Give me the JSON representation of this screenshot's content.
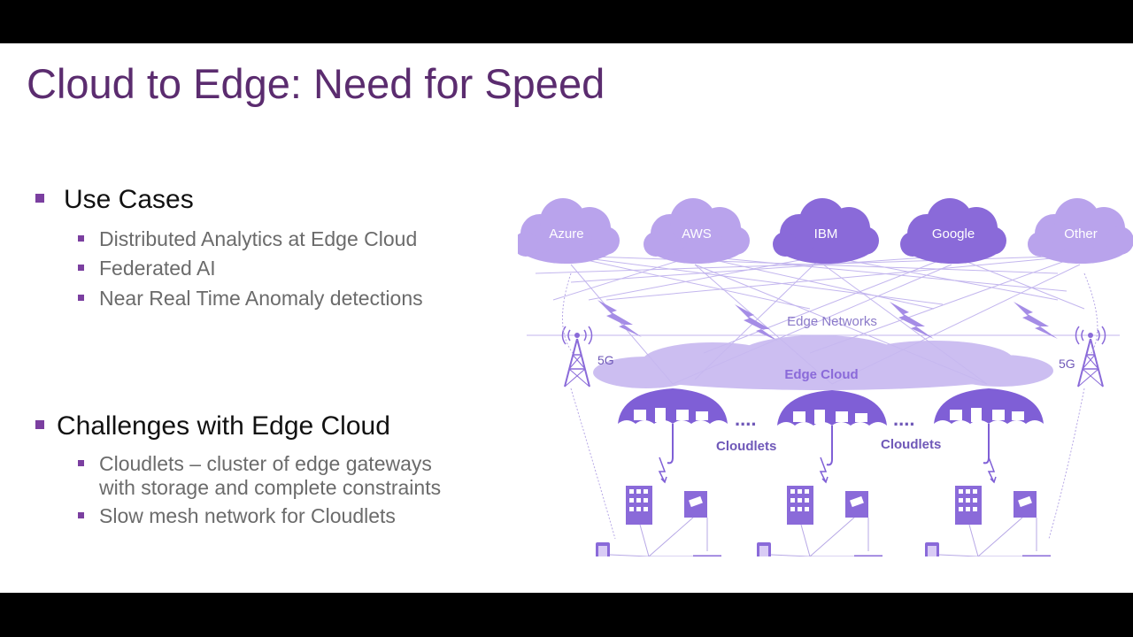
{
  "slide": {
    "title": "Cloud to Edge: Need for Speed",
    "section1": {
      "heading": "Use Cases",
      "items": [
        "Distributed Analytics at Edge Cloud",
        "Federated AI",
        "Near Real Time Anomaly detections"
      ]
    },
    "section2": {
      "heading": "Challenges with Edge Cloud",
      "items": [
        {
          "line1": "Cloudlets – cluster of edge gateways",
          "line2": "with storage and complete constraints"
        },
        {
          "line1": "Slow mesh network for Cloudlets",
          "line2": ""
        }
      ]
    }
  },
  "diagram": {
    "clouds": [
      "Azure",
      "AWS",
      "IBM",
      "Google",
      "Other"
    ],
    "edge_networks_label": "Edge Networks",
    "edge_cloud_label": "Edge Cloud",
    "tower_label_left": "5G",
    "tower_label_right": "5G",
    "cloudlets_label_1": "Cloudlets",
    "cloudlets_label_2": "Cloudlets",
    "ellipsis_1": "....",
    "ellipsis_2": "....",
    "colors": {
      "title": "#5b2c6f",
      "bullet": "#7b3fa0",
      "cloud_light": "#b9a3ec",
      "cloud_dark": "#8a6ad9",
      "line": "#b7a8e6",
      "label": "#6f58b8"
    }
  }
}
